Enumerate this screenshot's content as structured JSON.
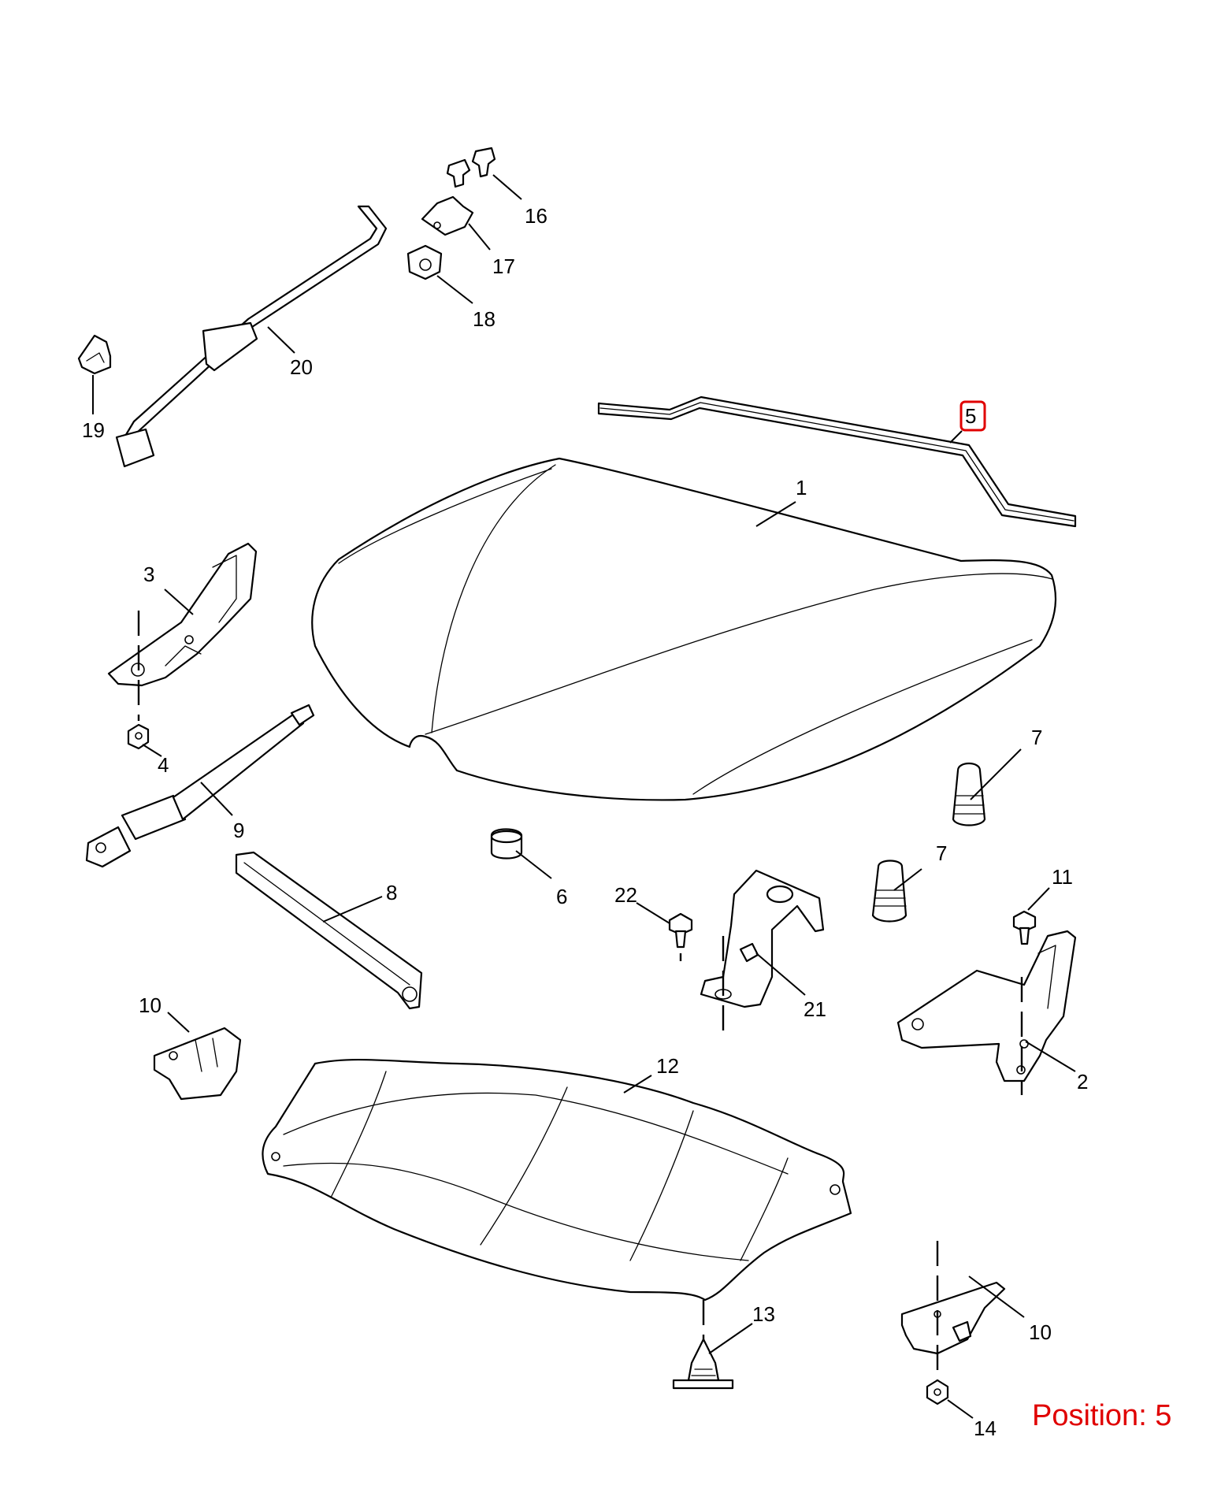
{
  "callouts": [
    {
      "id": "1",
      "label": "1"
    },
    {
      "id": "2",
      "label": "2"
    },
    {
      "id": "3",
      "label": "3"
    },
    {
      "id": "4",
      "label": "4"
    },
    {
      "id": "5",
      "label": "5"
    },
    {
      "id": "6",
      "label": "6"
    },
    {
      "id": "7a",
      "label": "7"
    },
    {
      "id": "7b",
      "label": "7"
    },
    {
      "id": "8",
      "label": "8"
    },
    {
      "id": "9",
      "label": "9"
    },
    {
      "id": "10a",
      "label": "10"
    },
    {
      "id": "10b",
      "label": "10"
    },
    {
      "id": "11",
      "label": "11"
    },
    {
      "id": "12",
      "label": "12"
    },
    {
      "id": "13",
      "label": "13"
    },
    {
      "id": "14",
      "label": "14"
    },
    {
      "id": "16",
      "label": "16"
    },
    {
      "id": "17",
      "label": "17"
    },
    {
      "id": "18",
      "label": "18"
    },
    {
      "id": "19",
      "label": "19"
    },
    {
      "id": "20",
      "label": "20"
    },
    {
      "id": "21",
      "label": "21"
    },
    {
      "id": "22",
      "label": "22"
    }
  ],
  "highlighted_callout": "5",
  "highlight_color": "#e00000",
  "position_text": "Position: 5"
}
